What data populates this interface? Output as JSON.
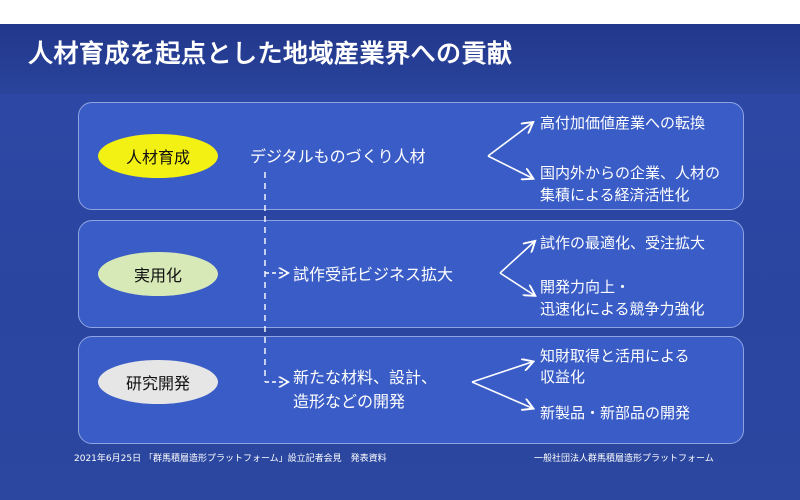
{
  "title": "人材育成を起点とした地域産業界への貢献",
  "rows": [
    {
      "label": "人材育成",
      "middle": "デジタルものづくり人材",
      "outcomes": [
        "高付加価値産業への転換",
        "国内外からの企業、人材の\n集積による経済活性化"
      ]
    },
    {
      "label": "実用化",
      "middle": "試作受託ビジネス拡大",
      "outcomes": [
        "試作の最適化、受注拡大",
        "開発力向上・\n迅速化による競争力強化"
      ]
    },
    {
      "label": "研究開発",
      "middle": "新たな材料、設計、\n造形などの開発",
      "outcomes": [
        "知財取得と活用による\n収益化",
        "新製品・新部品の開発"
      ]
    }
  ],
  "footer": {
    "left": "2021年6月25日 「群馬積層造形プラットフォーム」設立記者会見　発表資料",
    "right": "一般社団法人群馬積層造形プラットフォーム"
  },
  "colors": {
    "background": "#2b479f",
    "panel": "#3a5cc6",
    "oval_1": "#f3f013",
    "oval_2": "#d7e9b7",
    "oval_3": "#e6e6e6"
  }
}
